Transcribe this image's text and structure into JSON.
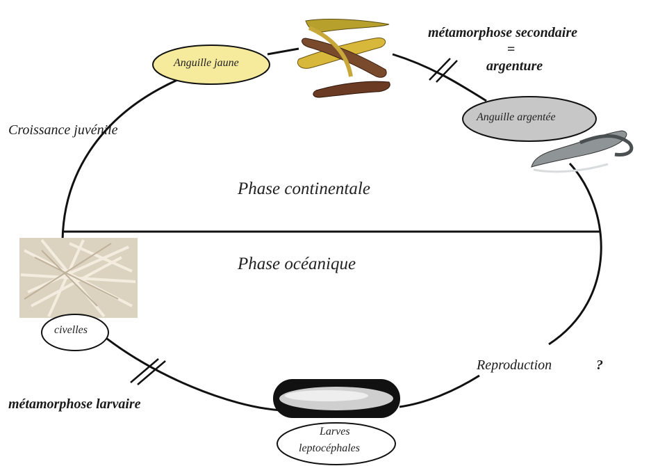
{
  "phases": {
    "continental": "Phase continentale",
    "oceanic": "Phase océanique"
  },
  "stages": {
    "yellow_eel": "Anguille jaune",
    "silver_eel": "Anguille argentée",
    "glass_eels": "civelles",
    "larvae_line1": "Larves",
    "larvae_line2": "leptocéphales"
  },
  "processes": {
    "secondary_metamorphosis": "métamorphose secondaire",
    "equals": "=",
    "silvering": "argenture",
    "juvenile_growth": "Croissance juvénile",
    "reproduction": "Reproduction",
    "reproduction_unknown": "?",
    "larval_metamorphosis": "métamorphose larvaire"
  },
  "colors": {
    "yellow_oval": "#f6ea9c",
    "silver_oval": "#c7c7c7",
    "cycle_line": "#111111"
  }
}
